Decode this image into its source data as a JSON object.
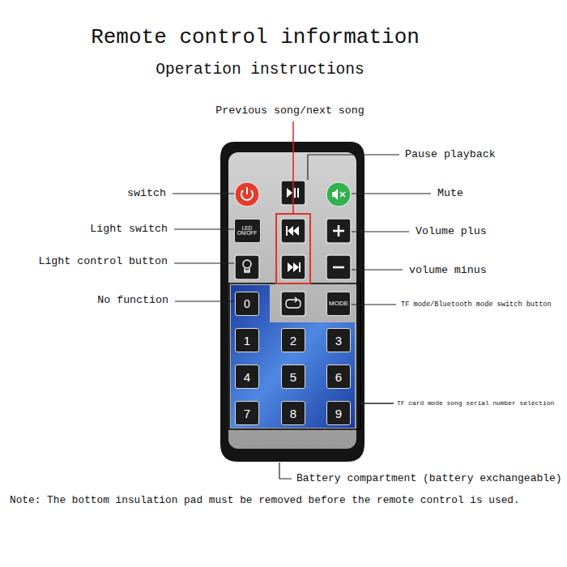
{
  "diagram": {
    "title": "Remote control information",
    "nodes": [
      {
        "text": [
          "LED ON/OFF"
        ]
      },
      {
        "text": [
          "0"
        ]
      },
      {
        "text": [
          "MODE"
        ]
      },
      {
        "text": [
          "1"
        ]
      },
      {
        "text": [
          "2"
        ]
      },
      {
        "text": [
          "3"
        ]
      },
      {
        "text": [
          "4"
        ]
      },
      {
        "text": [
          "5"
        ]
      },
      {
        "text": [
          "6"
        ]
      },
      {
        "text": [
          "7"
        ]
      },
      {
        "text": [
          "8"
        ]
      },
      {
        "text": [
          "9"
        ]
      }
    ],
    "labels": [
      "Operation instructions",
      "Previous song/next song",
      "Pause playback",
      "switch",
      "Mute",
      "Light switch",
      "Volume plus",
      "Light control button",
      "volume minus",
      "No function",
      "TF mode/Bluetooth mode switch button",
      "TF card mode song serial number selection",
      "Battery compartment (battery exchangeable)",
      "Note: The bottom insulation pad must be removed before the remote control is used."
    ]
  }
}
